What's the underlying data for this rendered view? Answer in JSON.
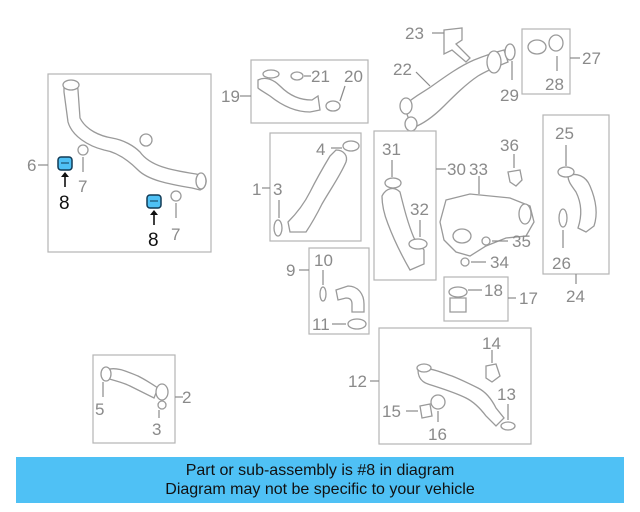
{
  "highlight_color": "#4fc1f5",
  "callouts": {
    "n1": "1",
    "n2": "2",
    "n3a": "3",
    "n3b": "3",
    "n4": "4",
    "n5": "5",
    "n6": "6",
    "n7a": "7",
    "n7b": "7",
    "n8a": "8",
    "n8b": "8",
    "n10": "10",
    "n11": "11",
    "n12": "12",
    "n13": "13",
    "n14": "14",
    "n15": "15",
    "n16": "16",
    "n17": "17",
    "n18": "18",
    "n19": "19",
    "n20": "20",
    "n21": "21",
    "n22": "22",
    "n23": "23",
    "n24": "24",
    "n25": "25",
    "n26": "26",
    "n27": "27",
    "n28": "28",
    "n29": "29",
    "n30": "30",
    "n31": "31",
    "n32": "32",
    "n33": "33",
    "n34": "34",
    "n35": "35",
    "n36": "36",
    "n9": "9"
  },
  "banner": {
    "line1": "Part or sub-assembly is #8 in diagram",
    "line2": "Diagram may not be specific to your vehicle"
  }
}
